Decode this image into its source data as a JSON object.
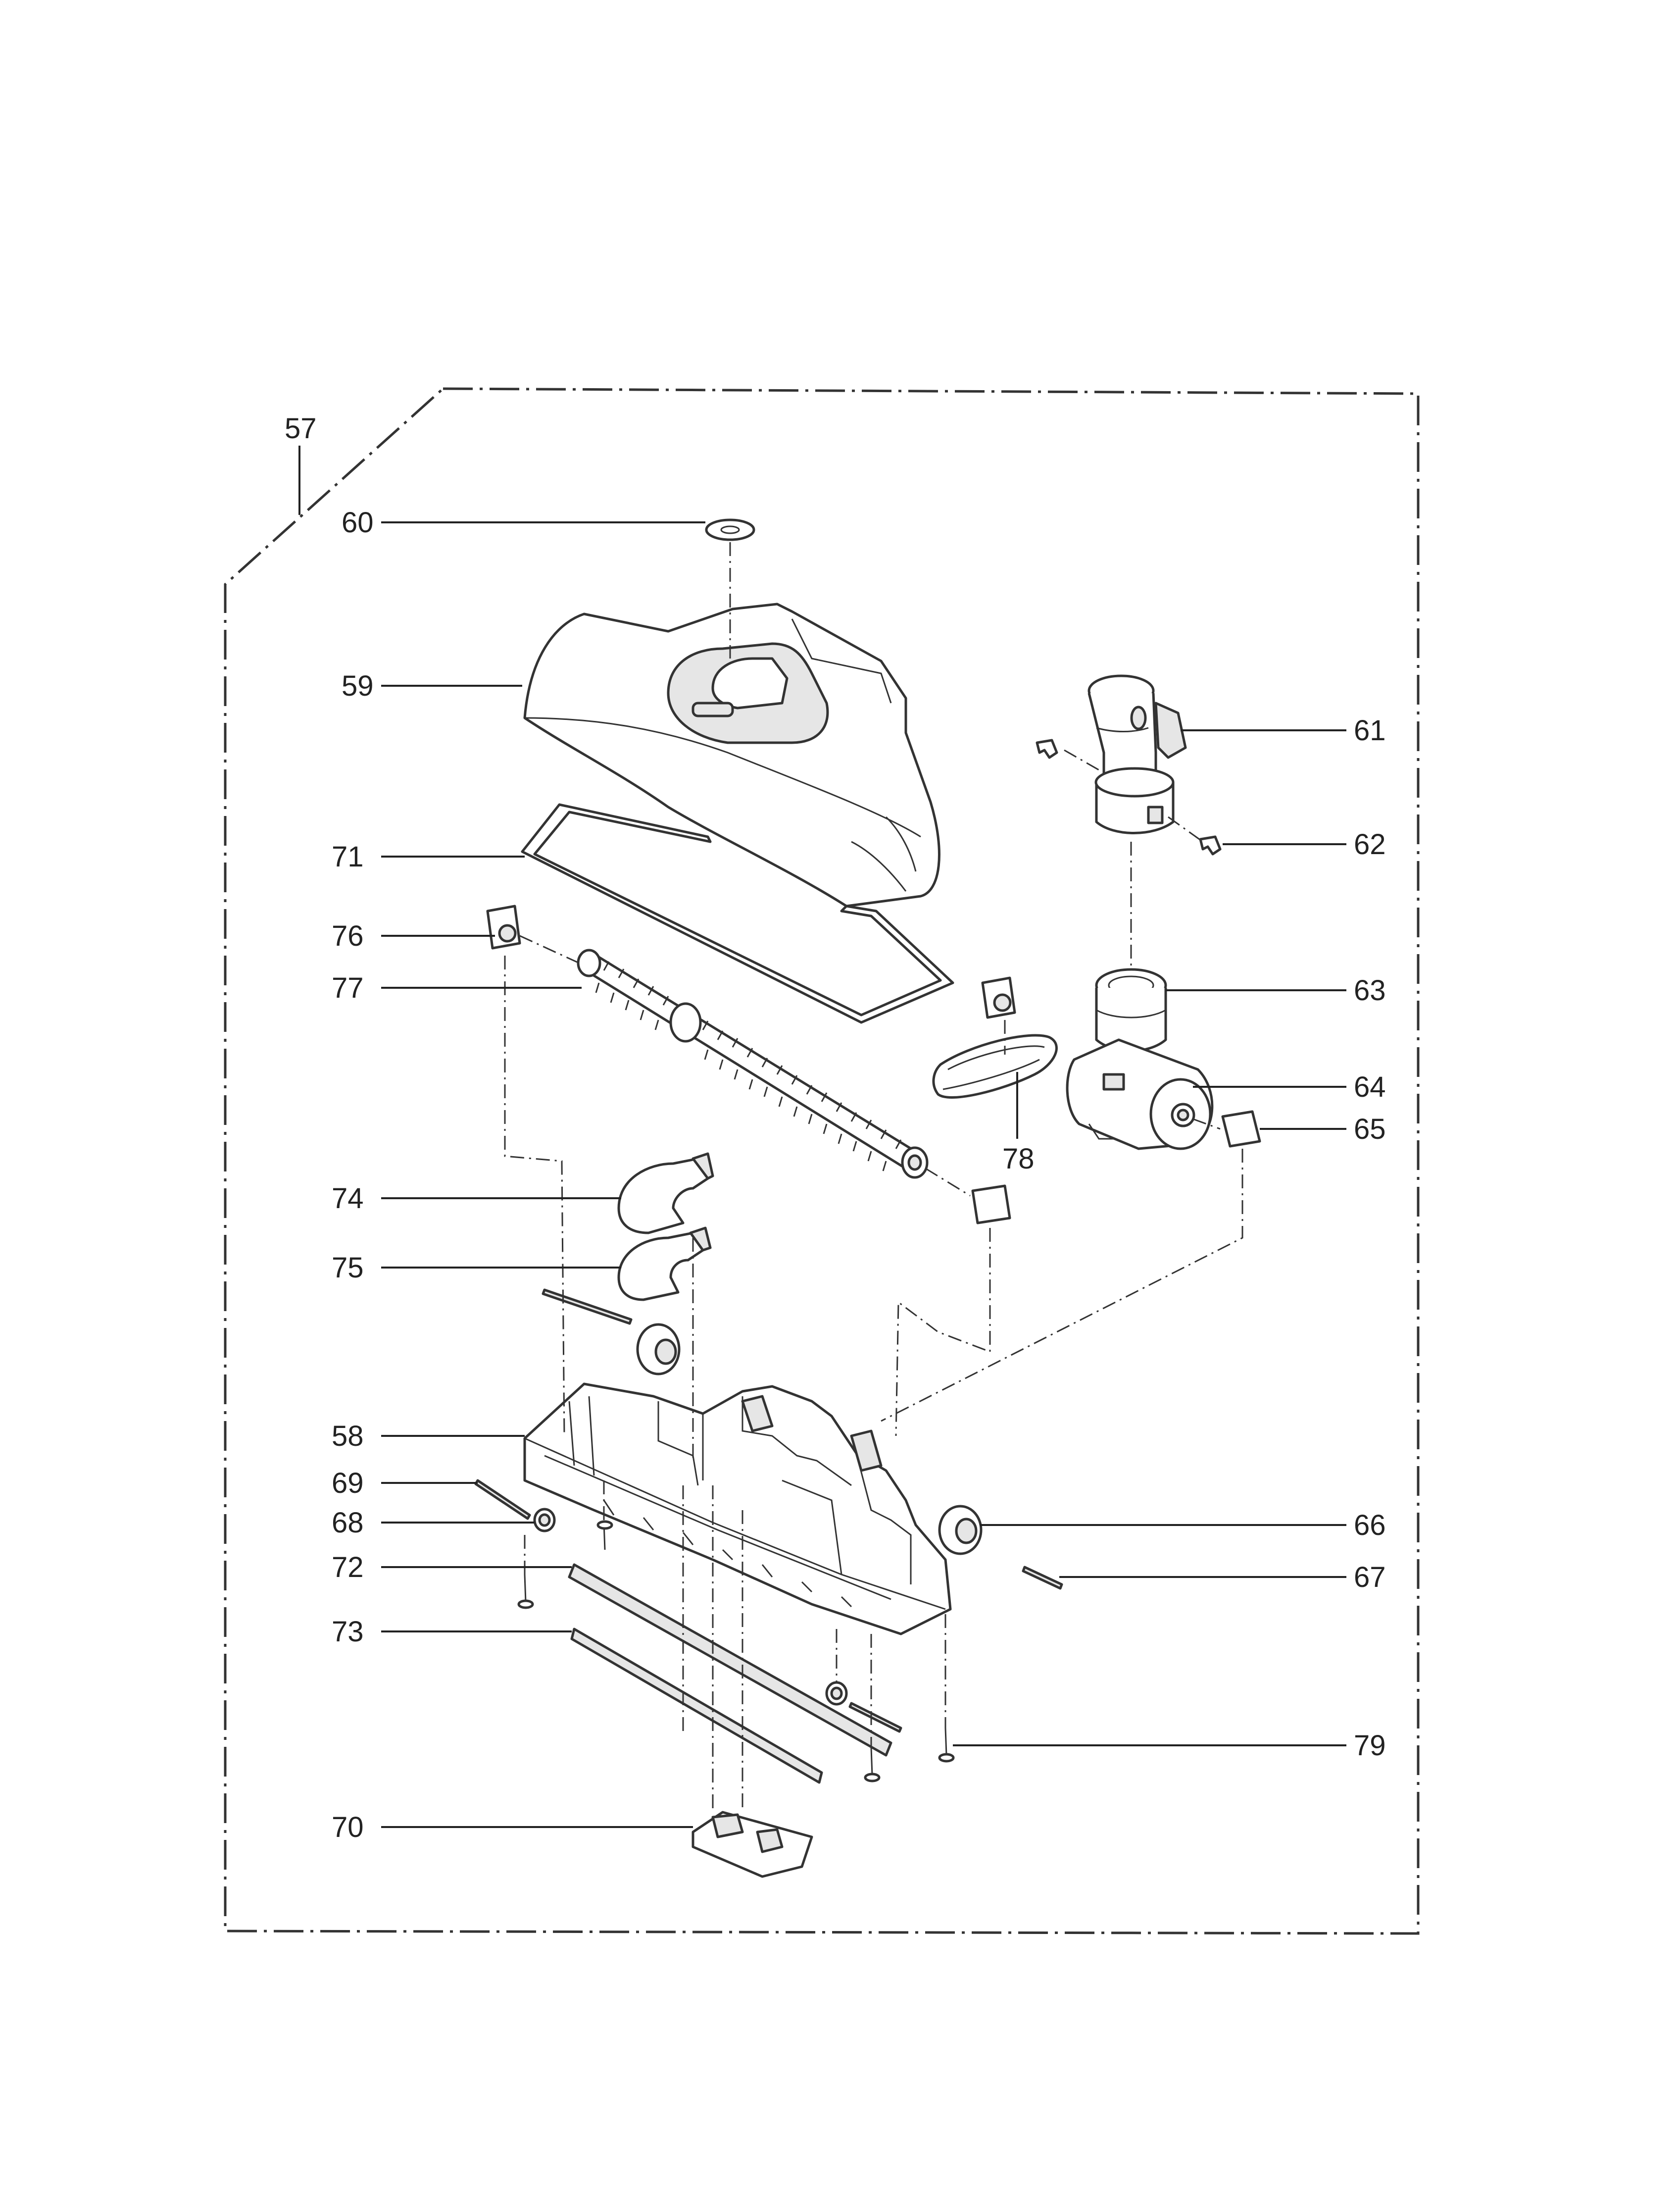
{
  "diagram": {
    "type": "exploded-parts-diagram",
    "callouts": {
      "c57": "57",
      "c58": "58",
      "c59": "59",
      "c60": "60",
      "c61": "61",
      "c62": "62",
      "c63": "63",
      "c64": "64",
      "c65": "65",
      "c66": "66",
      "c67": "67",
      "c68": "68",
      "c69": "69",
      "c70": "70",
      "c71": "71",
      "c72": "72",
      "c73": "73",
      "c74": "74",
      "c75": "75",
      "c76": "76",
      "c77": "77",
      "c78": "78",
      "c79": "79"
    }
  }
}
